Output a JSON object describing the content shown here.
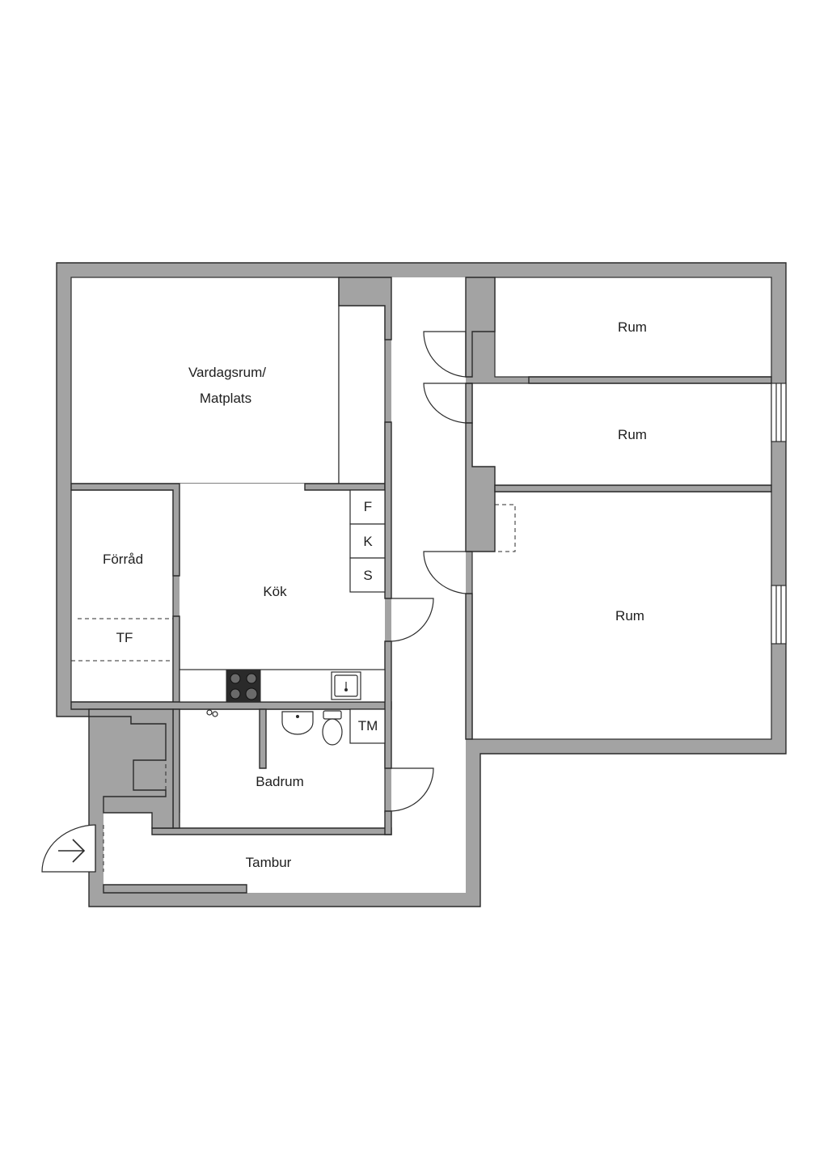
{
  "rooms": {
    "living": "Vardagsrum/",
    "living_line2": "Matplats",
    "room_top": "Rum",
    "room_middle": "Rum",
    "room_large": "Rum",
    "storage": "Förråd",
    "drying_cabinet": "TF",
    "kitchen": "Kök",
    "bathroom": "Badrum",
    "washing_machine": "TM",
    "entrance_hall": "Tambur"
  },
  "appliances": {
    "fridge": "F",
    "freezer": "K",
    "cabinet": "S"
  },
  "colors": {
    "wall": "#a3a3a3",
    "line": "#2b2b2b",
    "floor": "#ffffff"
  }
}
